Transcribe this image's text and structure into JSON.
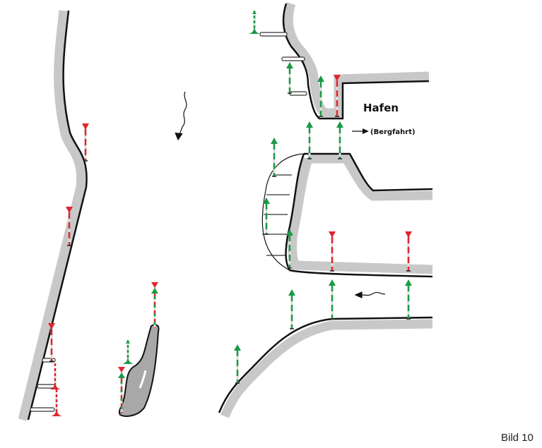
{
  "labels": {
    "harbor": "Hafen",
    "upstream": "(Bergfahrt)",
    "caption": "Bild 10"
  },
  "colors": {
    "bank": "#c8c8c8",
    "shoreline": "#111111",
    "red_marker": "#e0242c",
    "green_marker": "#1a9a46",
    "island": "#a8a8a8"
  },
  "icons": [
    "current-arrow-icon",
    "direction-arrow-icon",
    "red-down-marker-icon",
    "green-up-marker-icon",
    "cone-marker-icon"
  ]
}
